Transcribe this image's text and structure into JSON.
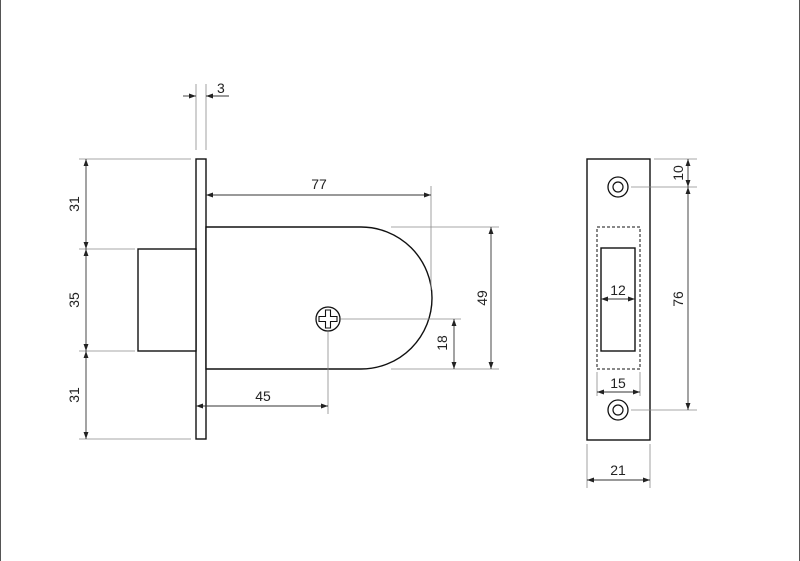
{
  "drawing": {
    "lock_body": {
      "faceplate_thickness": "3",
      "upper_height": "31",
      "bolt_height": "35",
      "lower_height": "31",
      "case_length": "77",
      "case_height": "49",
      "screw_offset": "45",
      "screw_height": "18"
    },
    "strike_plate": {
      "hole_spacing_top": "10",
      "hole_spacing": "76",
      "opening_width": "12",
      "recess_width": "15",
      "plate_width": "21"
    }
  }
}
